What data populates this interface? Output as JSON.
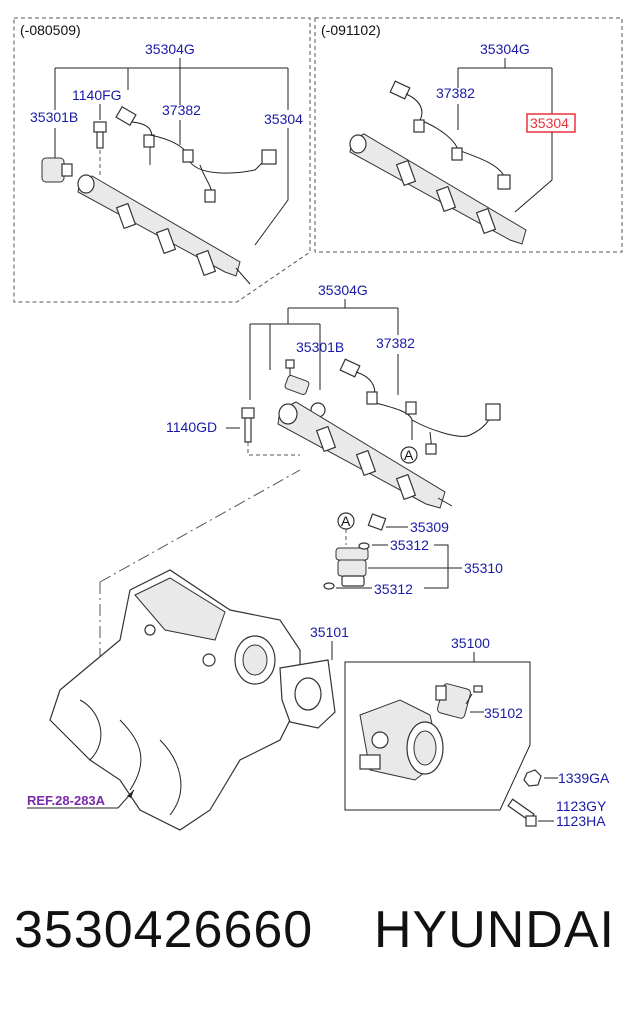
{
  "panels": {
    "left_range": "(-080509)",
    "right_range": "(-091102)"
  },
  "labels": {
    "l_35304G": "35304G",
    "l_1140FG": "1140FG",
    "l_35301B": "35301B",
    "l_37382": "37382",
    "l_35304": "35304",
    "r_35304G": "35304G",
    "r_37382": "37382",
    "r_35304": "35304",
    "m_35304G": "35304G",
    "m_35301B": "35301B",
    "m_37382": "37382",
    "m_1140GD": "1140GD",
    "m_A1": "A",
    "m_A2": "A",
    "m_35309": "35309",
    "m_35312a": "35312",
    "m_35310": "35310",
    "m_35312b": "35312",
    "m_35101": "35101",
    "m_35100": "35100",
    "m_35102": "35102",
    "m_1339GA": "1339GA",
    "m_1123GY": "1123GY",
    "m_1123HA": "1123HA",
    "m_ref": "REF.28-283A"
  },
  "footer": {
    "part_number": "3530426660",
    "brand": "HYUNDAI"
  },
  "colors": {
    "label_blue": "#1a1aa6",
    "highlight_red": "#e8333a",
    "ref_purple": "#7a2aa8"
  }
}
